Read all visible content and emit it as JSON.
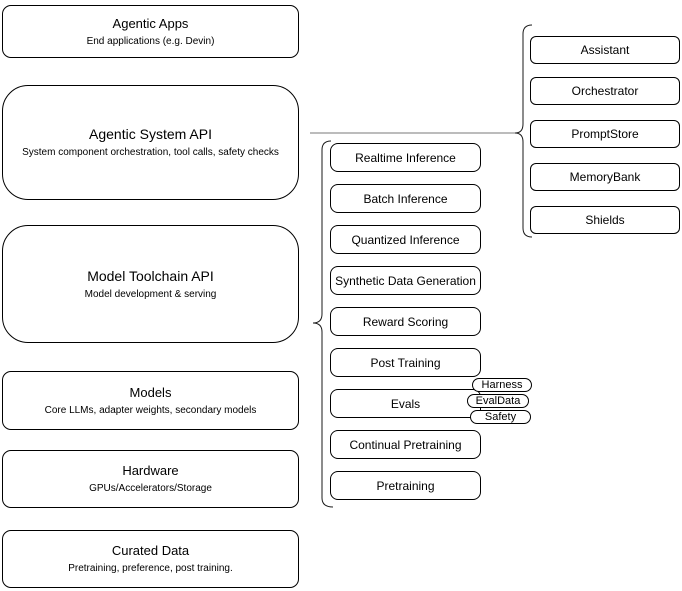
{
  "diagram": {
    "left_stack": [
      {
        "title": "Agentic Apps",
        "subtitle": "End applications (e.g. Devin)"
      },
      {
        "title": "Agentic System API",
        "subtitle": "System component orchestration, tool calls, safety checks"
      },
      {
        "title": "Model Toolchain API",
        "subtitle": "Model development & serving"
      },
      {
        "title": "Models",
        "subtitle": "Core LLMs, adapter weights, secondary models"
      },
      {
        "title": "Hardware",
        "subtitle": "GPUs/Accelerators/Storage"
      },
      {
        "title": "Curated Data",
        "subtitle": "Pretraining, preference, post training."
      }
    ],
    "toolchain_components": [
      "Realtime Inference",
      "Batch Inference",
      "Quantized Inference",
      "Synthetic Data Generation",
      "Reward Scoring",
      "Post Training",
      "Evals",
      "Continual Pretraining",
      "Pretraining"
    ],
    "evals_tags": [
      "Harness",
      "EvalData",
      "Safety"
    ],
    "system_components": [
      "Assistant",
      "Orchestrator",
      "PromptStore",
      "MemoryBank",
      "Shields"
    ],
    "colors": {
      "stroke": "#000000",
      "fill": "#ffffff",
      "text": "#000000",
      "connector": "#7a7a7a"
    }
  }
}
